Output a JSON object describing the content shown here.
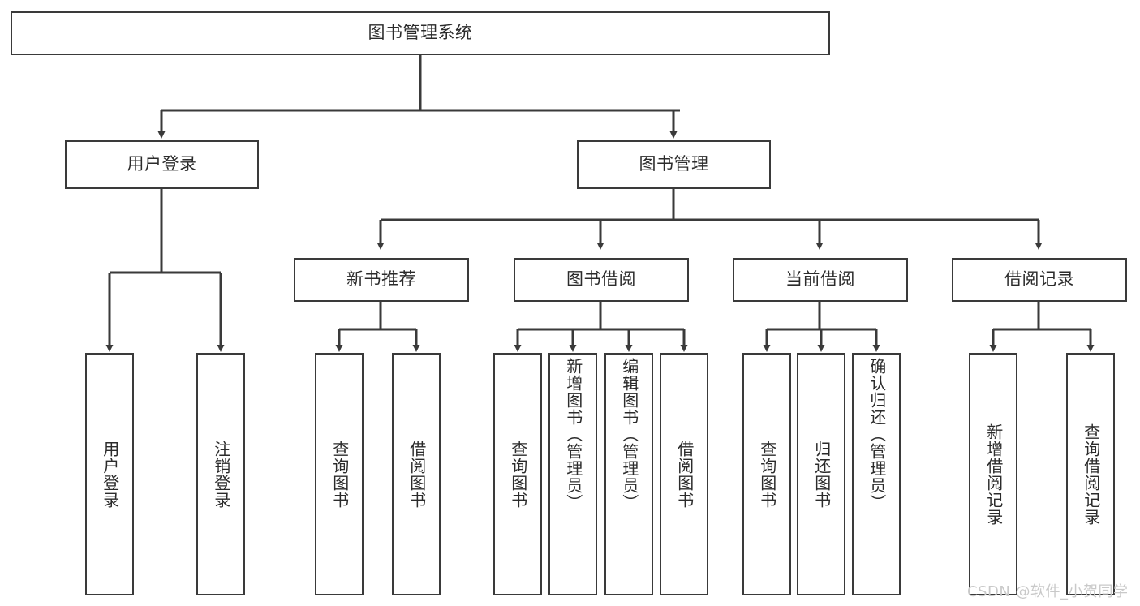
{
  "diagram": {
    "type": "tree-hierarchy",
    "title": "图书管理系统",
    "root": {
      "label": "图书管理系统"
    },
    "level2": [
      {
        "label": "用户登录"
      },
      {
        "label": "图书管理"
      }
    ],
    "level3": [
      {
        "label": "新书推荐"
      },
      {
        "label": "图书借阅"
      },
      {
        "label": "当前借阅"
      },
      {
        "label": "借阅记录"
      }
    ],
    "leaves": {
      "user_login": [
        {
          "label": "用户登录"
        },
        {
          "label": "注销登录"
        }
      ],
      "new_book_recommend": [
        {
          "label": "查询图书"
        },
        {
          "label": "借阅图书"
        }
      ],
      "book_borrow": [
        {
          "label": "查询图书"
        },
        {
          "label": "新增图书（管理员）"
        },
        {
          "label": "编辑图书（管理员）"
        },
        {
          "label": "借阅图书"
        }
      ],
      "current_borrow": [
        {
          "label": "查询图书"
        },
        {
          "label": "归还图书"
        },
        {
          "label": "确认归还（管理员）"
        }
      ],
      "borrow_records": [
        {
          "label": "新增借阅记录"
        },
        {
          "label": "查询借阅记录"
        }
      ]
    }
  },
  "watermark": {
    "text": "CSDN @软件_小贺同学"
  },
  "colors": {
    "stroke": "#3a3a3a",
    "text": "#2b2b2b",
    "background": "#ffffff",
    "watermark": "#c9c9c9"
  }
}
